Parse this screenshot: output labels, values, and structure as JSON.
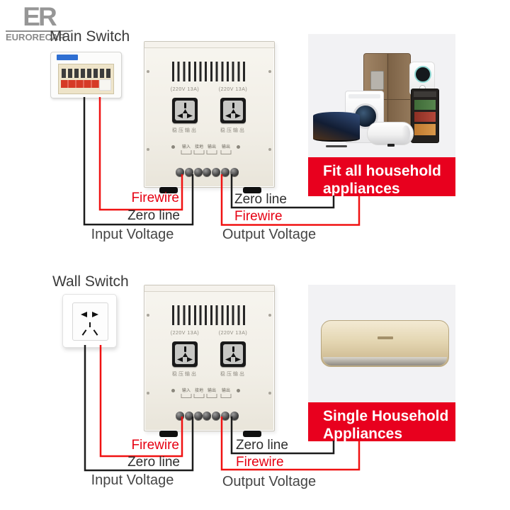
{
  "logo": {
    "monogram": "ER",
    "name": "EURORECAP"
  },
  "colors": {
    "accent_red": "#e60012",
    "banner_red": "#e8001e",
    "wire_red": "#f01212",
    "wire_black": "#1c1c1c"
  },
  "stabilizer": {
    "rating": "(220V 13A)",
    "socket_caption": "稳压输出",
    "terminals": [
      "输入",
      "接地",
      "输出",
      "输出"
    ]
  },
  "top": {
    "title": "Main Switch",
    "input": {
      "firewire": "Firewire",
      "zero_line": "Zero line",
      "caption": "Input Voltage"
    },
    "output": {
      "zero_line": "Zero line",
      "firewire": "Firewire",
      "caption": "Output Voltage"
    },
    "card": {
      "line1": "Fit all household",
      "line2": "appliances"
    }
  },
  "bottom": {
    "title": "Wall Switch",
    "input": {
      "firewire": "Firewire",
      "zero_line": "Zero line",
      "caption": "Input Voltage"
    },
    "output": {
      "zero_line": "Zero line",
      "firewire": "Firewire",
      "caption": "Output Voltage"
    },
    "card": {
      "line1": "Single Household",
      "line2": "Appliances"
    }
  }
}
